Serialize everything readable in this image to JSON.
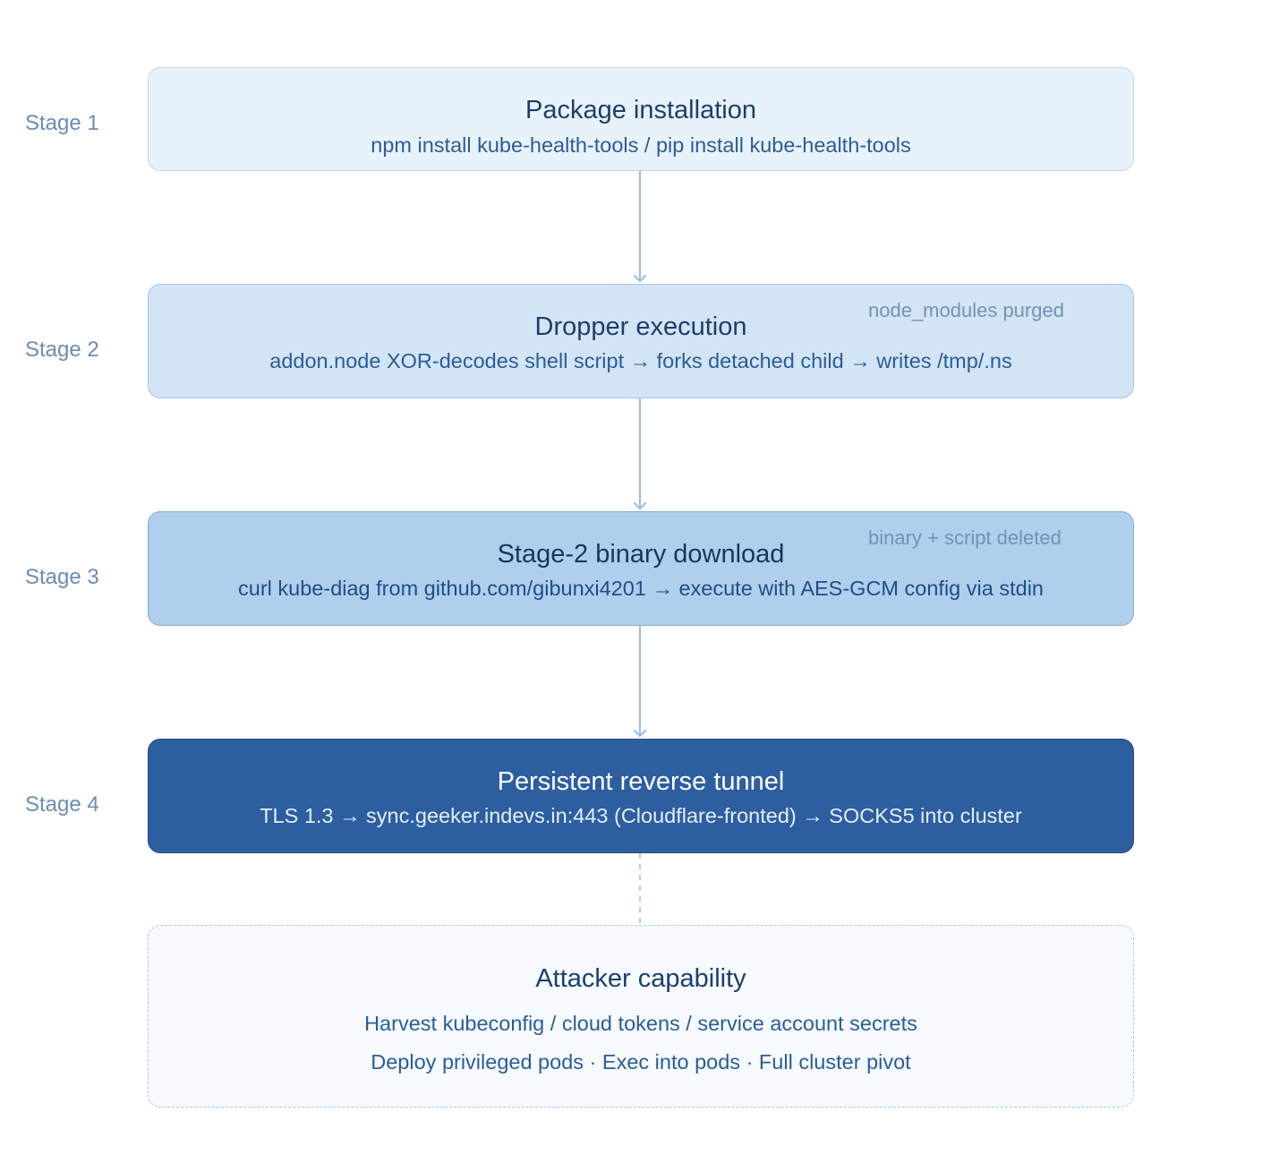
{
  "stages": [
    {
      "label": "Stage 1",
      "title": "Package installation",
      "subtitle": "npm install kube-health-tools / pip install kube-health-tools",
      "note": ""
    },
    {
      "label": "Stage 2",
      "title": "Dropper execution",
      "subtitle": "addon.node XOR-decodes shell script → forks detached child → writes /tmp/.ns",
      "note": "node_modules purged"
    },
    {
      "label": "Stage 3",
      "title": "Stage-2 binary download",
      "subtitle": "curl kube-diag from github.com/gibunxi4201 → execute with AES-GCM config via stdin",
      "note": "binary + script deleted"
    },
    {
      "label": "Stage 4",
      "title": "Persistent reverse tunnel",
      "subtitle": "TLS 1.3 → sync.geeker.indevs.in:443 (Cloudflare-fronted) → SOCKS5 into cluster",
      "note": ""
    }
  ],
  "capability": {
    "title": "Attacker capability",
    "lines": [
      "Harvest kubeconfig / cloud tokens / service account secrets",
      "Deploy privileged pods · Exec into pods · Full cluster pivot"
    ]
  },
  "colors": {
    "stage1_fill": "#e8f2fb",
    "stage2_fill": "#d3e4f5",
    "stage3_fill": "#b0cfec",
    "stage4_fill": "#2d5e9f",
    "capability_fill": "#f6fafe",
    "connector": "#9dbfdf",
    "label_text": "#6b8db5",
    "dark_text": "#1d3f6e",
    "mid_text": "#2a5d9a"
  }
}
